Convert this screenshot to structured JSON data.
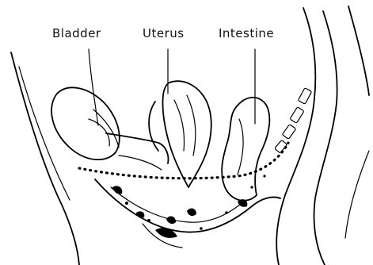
{
  "labels": {
    "bladder": "Bladder",
    "uterus": "Uterus",
    "intestine": "Intestine"
  }
}
